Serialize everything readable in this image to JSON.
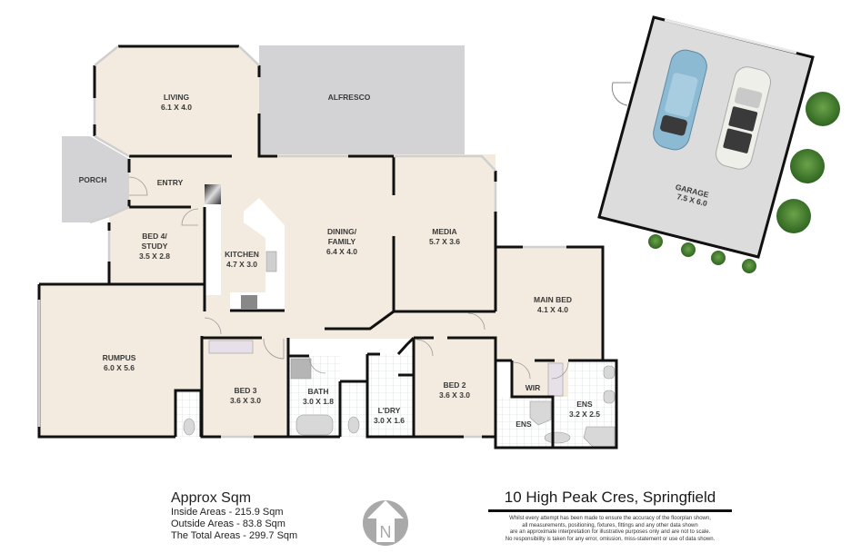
{
  "property": {
    "address": "10 High Peak Cres, Springfield"
  },
  "rooms": [
    {
      "id": "living",
      "name": "LIVING",
      "size": "6.1 X 4.0"
    },
    {
      "id": "alfresco",
      "name": "ALFRESCO",
      "size": ""
    },
    {
      "id": "porch",
      "name": "PORCH",
      "size": ""
    },
    {
      "id": "entry",
      "name": "ENTRY",
      "size": ""
    },
    {
      "id": "bed4",
      "name": "BED 4/",
      "name2": "STUDY",
      "size": "3.5 X 2.8"
    },
    {
      "id": "kitchen",
      "name": "KITCHEN",
      "size": "4.7 X 3.0"
    },
    {
      "id": "dining",
      "name": "DINING/",
      "name2": "FAMILY",
      "size": "6.4 X 4.0"
    },
    {
      "id": "media",
      "name": "MEDIA",
      "size": "5.7 X 3.6"
    },
    {
      "id": "garage",
      "name": "GARAGE",
      "size": "7.5 X 6.0"
    },
    {
      "id": "mainbed",
      "name": "MAIN BED",
      "size": "4.1 X 4.0"
    },
    {
      "id": "rumpus",
      "name": "RUMPUS",
      "size": "6.0 X 5.6"
    },
    {
      "id": "bed3",
      "name": "BED 3",
      "size": "3.6 X 3.0"
    },
    {
      "id": "bath",
      "name": "BATH",
      "size": "3.0 X 1.8"
    },
    {
      "id": "laundry",
      "name": "L'DRY",
      "size": "3.0 X 1.6"
    },
    {
      "id": "bed2",
      "name": "BED 2",
      "size": "3.6 X 3.0"
    },
    {
      "id": "wir",
      "name": "WIR",
      "size": ""
    },
    {
      "id": "ens_small",
      "name": "ENS",
      "size": ""
    },
    {
      "id": "ens_main",
      "name": "ENS",
      "size": "3.2 X 2.5"
    }
  ],
  "areas": {
    "title": "Approx Sqm",
    "inside": "Inside Areas - 215.9 Sqm",
    "outside": "Outside Areas - 83.8 Sqm",
    "total": "The Total Areas - 299.7 Sqm"
  },
  "compass": {
    "label": "N",
    "icon": "north-arrow-icon"
  },
  "disclaimer": [
    "Whilst every attempt has been made to ensure the accuracy of the floorplan shown,",
    "all measurements, positioning, fixtures, fittings and any other data shown",
    "are an approximate interpretation for illustrative purposes only and are not to scale.",
    "No responsibility is taken for any error, omission, miss-statement or use of data shown."
  ],
  "colors": {
    "floor": "#f3ebdf",
    "outdoor": "#d4d4d6",
    "wall": "#111111",
    "tile": "#ffffff",
    "tree": "#3f7a2e",
    "car_blue": "#7fb0cc",
    "car_white": "#eeeeea"
  }
}
